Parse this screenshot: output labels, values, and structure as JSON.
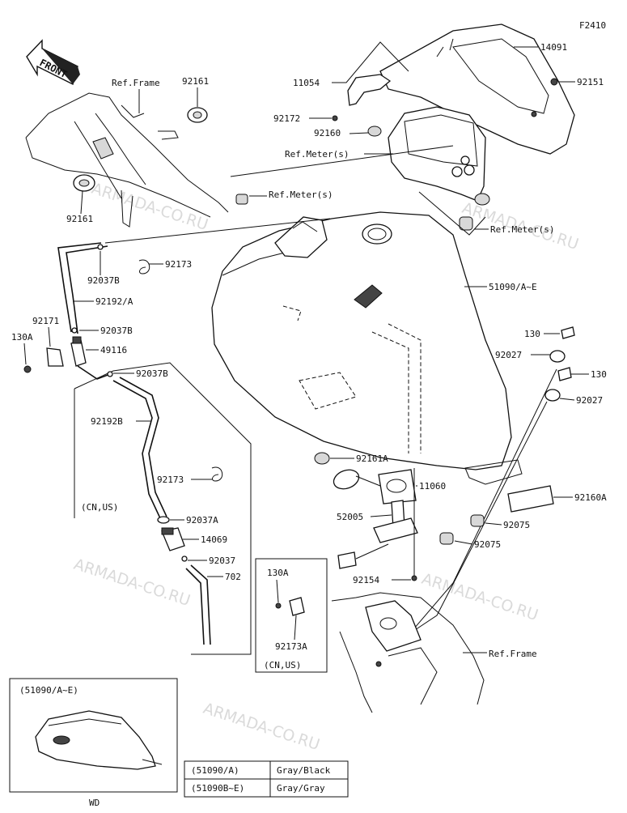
{
  "diagram_code": "F2410",
  "front_label": "FRONT",
  "labels": {
    "ref_frame_top": "Ref.Frame",
    "p92161_top": "92161",
    "p92161_left": "92161",
    "p11054": "11054",
    "p14091": "14091",
    "p92151": "92151",
    "p92172": "92172",
    "p92160": "92160",
    "ref_meter_1": "Ref.Meter(s)",
    "ref_meter_2": "Ref.Meter(s)",
    "ref_meter_3": "Ref.Meter(s)",
    "p92037b_1": "92037B",
    "p92173_1": "92173",
    "p92192a": "92192/A",
    "p92171": "92171",
    "p130a_1": "130A",
    "p92037b_2": "92037B",
    "p49116": "49116",
    "p92037b_3": "92037B",
    "p51090": "51090/A~E",
    "p130_1": "130",
    "p92027_1": "92027",
    "p130_2": "130",
    "p92027_2": "92027",
    "p92192b": "92192B",
    "p92173_2": "92173",
    "cn_us_1": "(CN,US)",
    "p92037a": "92037A",
    "p14069": "14069",
    "p92037": "92037",
    "p702": "702",
    "p92161a": "92161A",
    "p11060": "11060",
    "p92160a": "92160A",
    "p52005": "52005",
    "p92075_1": "92075",
    "p92075_2": "92075",
    "p130a_2": "130A",
    "p92154": "92154",
    "p92173a": "92173A",
    "cn_us_2": "(CN,US)",
    "ref_frame_bottom": "Ref.Frame",
    "inset_title": "(51090/A~E)",
    "inset_wd": "WD"
  },
  "watermarks": [
    "ARMADA-CO.RU",
    "ARMADA-CO.RU",
    "ARMADA-CO.RU",
    "ARMADA-CO.RU",
    "ARMADA-CO.RU",
    "ARMADA-CO.RU"
  ],
  "color_table": {
    "rows": [
      {
        "part": "(51090/A)",
        "color": "Gray/Black"
      },
      {
        "part": "(51090B~E)",
        "color": "Gray/Gray"
      }
    ]
  }
}
